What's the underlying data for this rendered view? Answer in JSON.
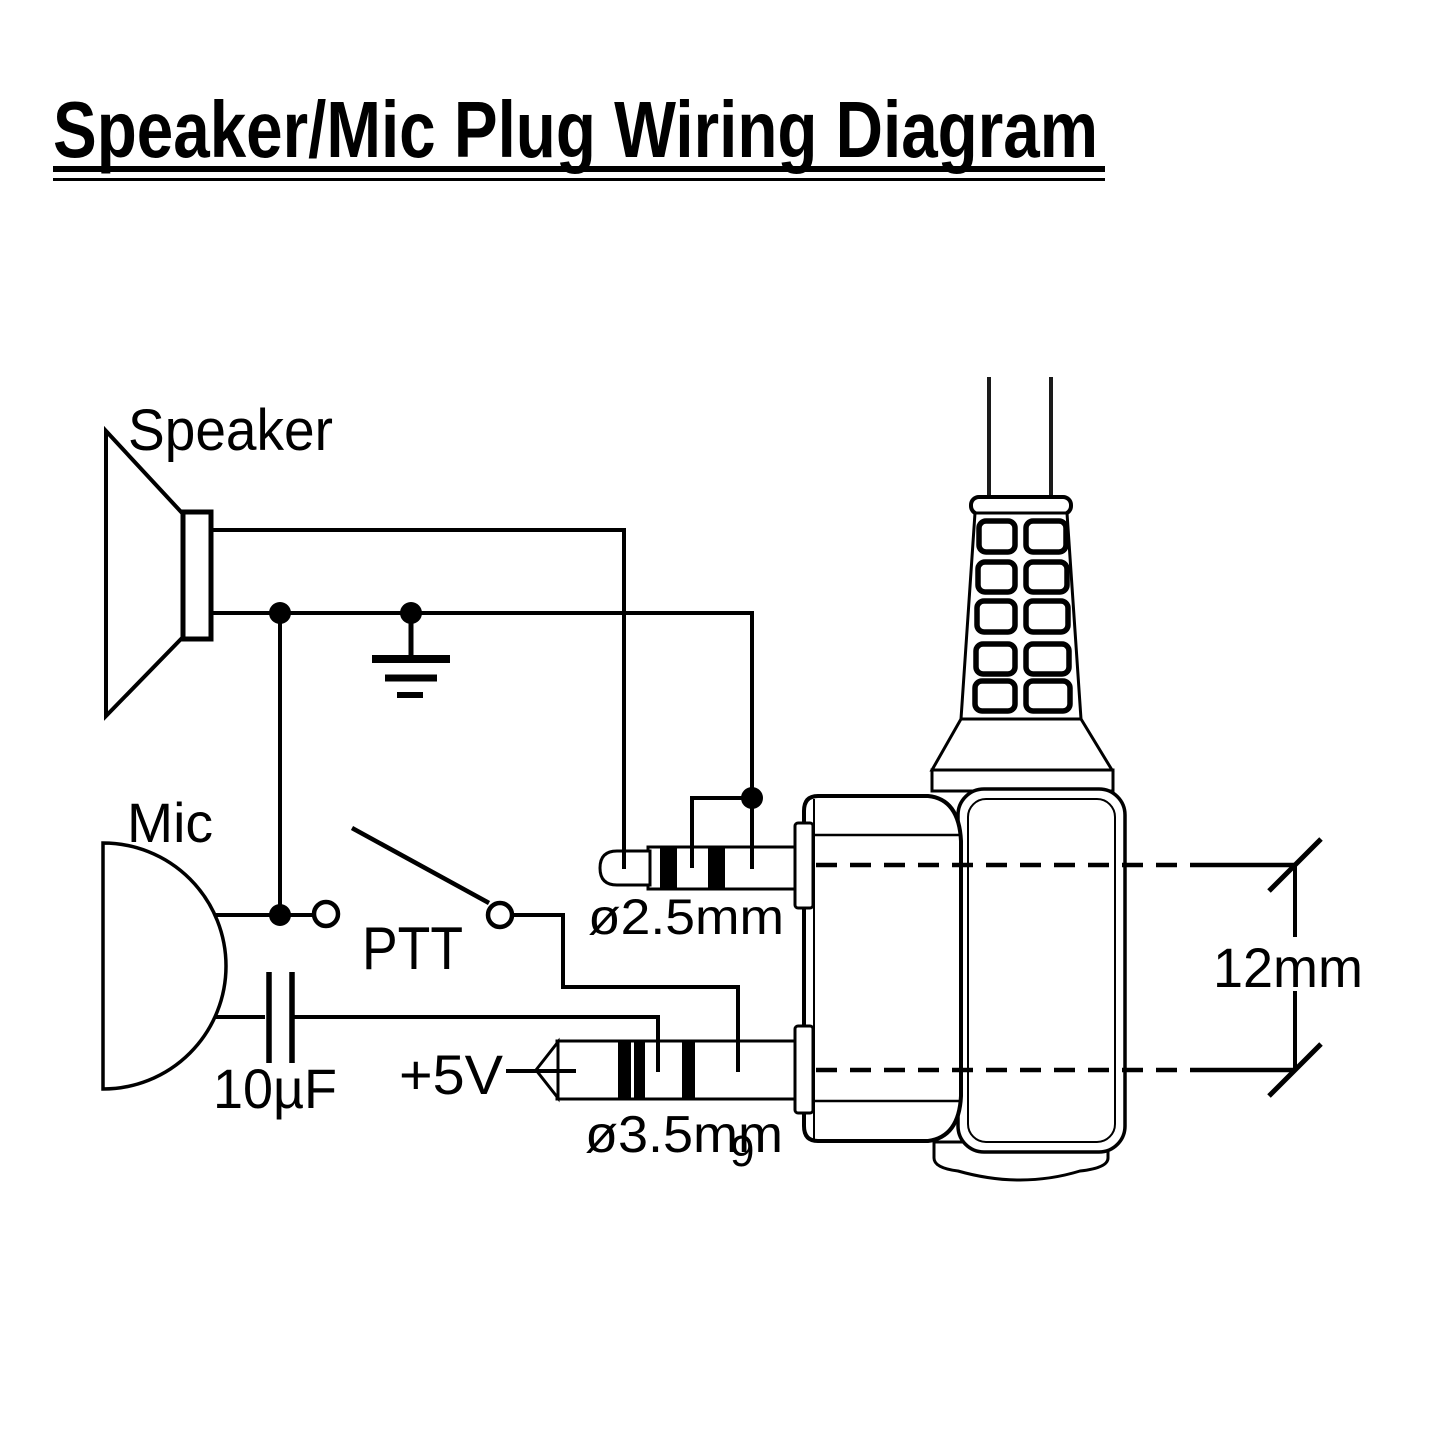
{
  "title": "Speaker/Mic Plug Wiring Diagram",
  "diagram": {
    "speaker_label": "Speaker",
    "mic_label": "Mic",
    "ptt_label": "PTT",
    "capacitor_label": "10µF",
    "supply_label": "+5V",
    "small_plug_label": "ø2.5mm",
    "large_plug_label": "ø3.5mm",
    "dimension_label": "12mm",
    "stray_digit": "9"
  },
  "colors": {
    "ink": "#000000",
    "paper": "#ffffff"
  }
}
